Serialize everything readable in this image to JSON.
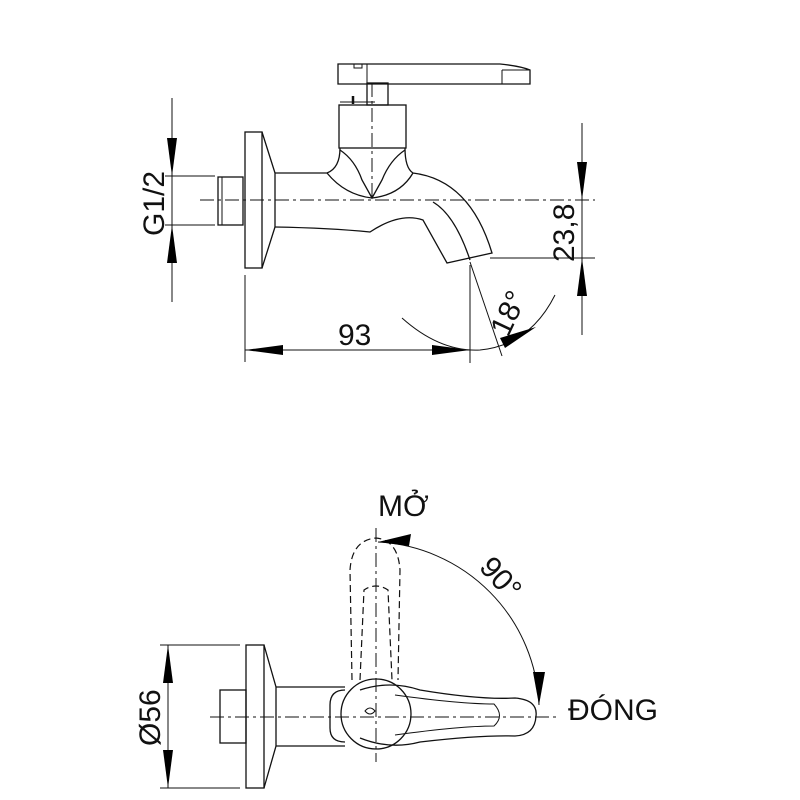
{
  "side_view": {
    "thread_label": "G1/2",
    "height_label": "23,8",
    "length_label": "93",
    "angle_label": "18°"
  },
  "top_view": {
    "open_label": "MỞ",
    "rotation_label": "90°",
    "closed_label": "ĐÓNG",
    "diameter_label": "Ø56"
  },
  "colors": {
    "line": "#111111",
    "background": "#ffffff"
  }
}
